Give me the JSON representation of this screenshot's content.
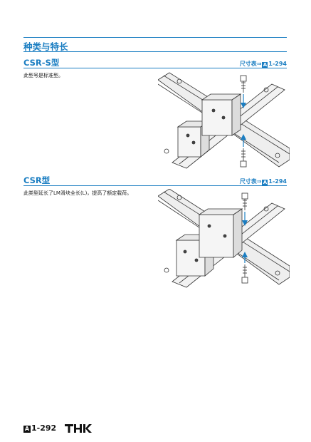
{
  "section": {
    "title": "种类与特长"
  },
  "types": [
    {
      "name": "CSR-S型",
      "ref_label": "尺寸表⇒",
      "ref_icon": "A",
      "ref_page": "1-294",
      "description": "此型号是标准型。"
    },
    {
      "name": "CSR型",
      "ref_label": "尺寸表⇒",
      "ref_icon": "A",
      "ref_page": "1-294",
      "description": "此类型延长了LM滑块全长(L)，提高了额定载荷。"
    }
  ],
  "footer": {
    "page_icon": "A",
    "page_number": "1-292",
    "logo_text": "THK"
  }
}
